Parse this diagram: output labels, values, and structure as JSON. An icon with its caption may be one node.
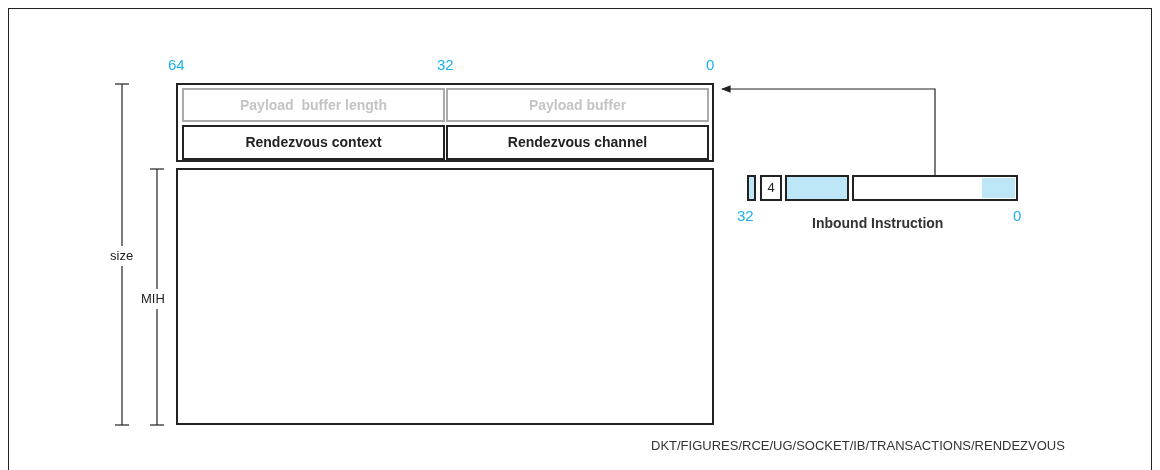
{
  "diagram": {
    "nodes": [
      {
        "text": [],
        "shape": "box"
      },
      {
        "text": [
          "Payload  buffer length"
        ],
        "in": 0
      },
      {
        "text": [
          "Payload buffer"
        ],
        "in": 0
      },
      {
        "text": [
          "Rendezvous context"
        ],
        "in": 0
      },
      {
        "text": [
          "Rendezvous channel"
        ],
        "in": 0
      },
      {
        "text": [],
        "shape": "box"
      },
      {
        "text": [],
        "shape": "bar"
      },
      {
        "text": [
          "4"
        ]
      },
      {
        "text": [],
        "shape": "bar"
      },
      {
        "text": [],
        "shape": "box"
      }
    ],
    "edges": [
      {
        "from": 9,
        "to": 0,
        "arrow": "to"
      }
    ],
    "labels": [
      "64",
      "32",
      "0",
      "size",
      "MIH",
      "32",
      "Inbound Instruction",
      "0",
      "DKT/FIGURES/RCE/UG/SOCKET/IB/TRANSACTIONS/RENDEZVOUS"
    ]
  }
}
